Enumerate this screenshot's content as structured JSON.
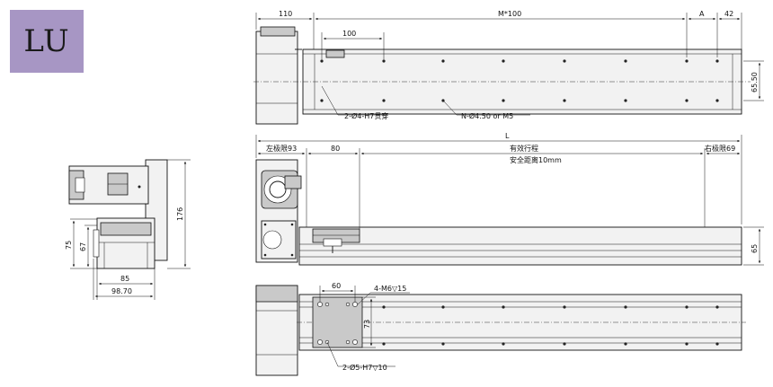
{
  "badge": {
    "label": "LU"
  },
  "top_view": {
    "dims": {
      "motor_len": "110",
      "span": "M*100",
      "a": "A",
      "end": "42",
      "pitch": "100",
      "height": "65.50"
    },
    "callouts": {
      "pin_holes": "2-Ø4-H7贯穿",
      "mount_holes": "N-Ø4.50 or M5"
    }
  },
  "front_view": {
    "dims": {
      "total": "L",
      "left_limit": "左极限93",
      "offset": "80",
      "stroke": "有效行程",
      "safety": "安全距离10mm",
      "right_limit": "右极限69",
      "height": "65"
    }
  },
  "bottom_view": {
    "dims": {
      "pitch": "60",
      "width": "73"
    },
    "callouts": {
      "threads": "4-M6▽15",
      "pins": "2-Ø5-H7▽10"
    }
  },
  "side_view": {
    "dims": {
      "h_total": "176",
      "h_75": "75",
      "h_67": "67",
      "w_85": "85",
      "w_98": "98.70"
    }
  }
}
